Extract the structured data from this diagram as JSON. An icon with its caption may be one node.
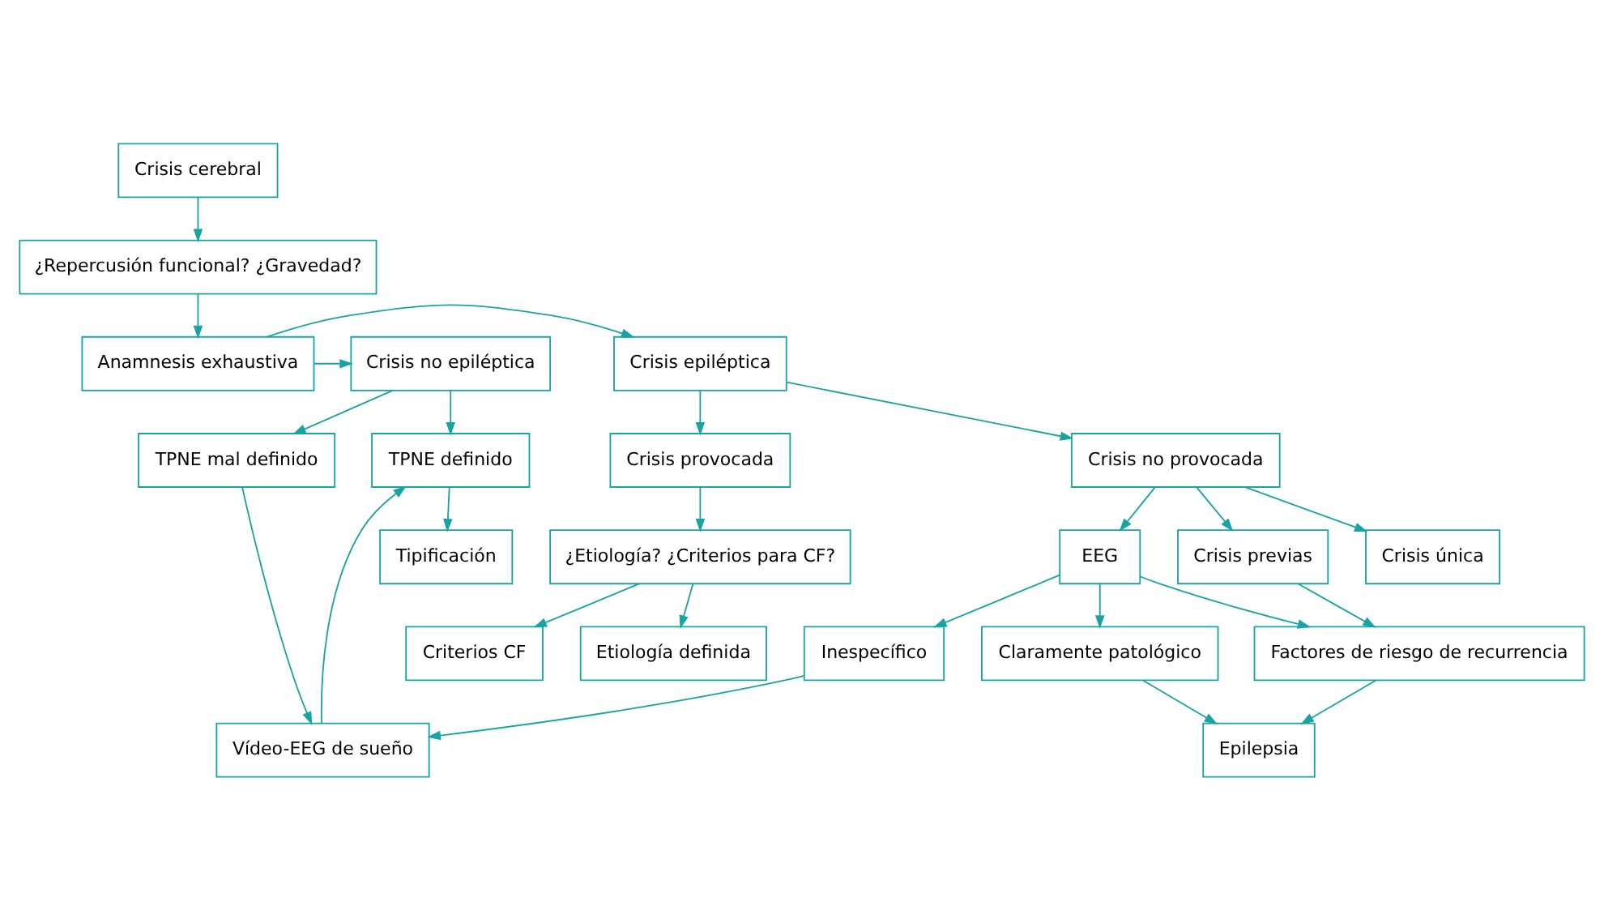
{
  "diagram": {
    "nodes": [
      {
        "text": [
          "Crisis cerebral"
        ]
      },
      {
        "text": [
          "¿Repercusión funcional? ¿Gravedad?"
        ]
      },
      {
        "text": [
          "Anamnesis exhaustiva"
        ]
      },
      {
        "text": [
          "Crisis epiléptica"
        ]
      },
      {
        "text": [
          "Crisis no epiléptica"
        ]
      },
      {
        "text": [
          "Crisis provocada"
        ]
      },
      {
        "text": [
          "Crisis no provocada"
        ]
      },
      {
        "text": [
          "Crisis única"
        ]
      },
      {
        "text": [
          "Crisis previas"
        ]
      },
      {
        "text": [
          "TPNE mal definido"
        ]
      },
      {
        "text": [
          "TPNE definido"
        ]
      },
      {
        "text": [
          "¿Etiología? ¿Criterios para CF?"
        ]
      },
      {
        "text": [
          "EEG"
        ]
      },
      {
        "text": [
          "Factores de riesgo de recurrencia"
        ]
      },
      {
        "text": [
          "Tipificación"
        ]
      },
      {
        "text": [
          "Epilepsia"
        ]
      },
      {
        "text": [
          "Etiología definida"
        ]
      },
      {
        "text": [
          "Criterios CF"
        ]
      },
      {
        "text": [
          "Claramente patológico"
        ]
      },
      {
        "text": [
          "Inespecífico"
        ]
      },
      {
        "text": [
          "Vídeo-EEG de sueño"
        ]
      }
    ],
    "edges": [
      {
        "from": 0,
        "to": 1,
        "arrow": "to"
      },
      {
        "from": 1,
        "to": 2,
        "arrow": "to"
      },
      {
        "from": 2,
        "to": 3,
        "arrow": "to"
      },
      {
        "from": 2,
        "to": 4,
        "arrow": "to"
      },
      {
        "from": 3,
        "to": 5,
        "arrow": "to"
      },
      {
        "from": 3,
        "to": 6,
        "arrow": "to"
      },
      {
        "from": 4,
        "to": 9,
        "arrow": "to"
      },
      {
        "from": 4,
        "to": 10,
        "arrow": "to"
      },
      {
        "from": 5,
        "to": 11,
        "arrow": "to"
      },
      {
        "from": 6,
        "to": 7,
        "arrow": "to"
      },
      {
        "from": 6,
        "to": 8,
        "arrow": "to"
      },
      {
        "from": 6,
        "to": 12,
        "arrow": "to"
      },
      {
        "from": 8,
        "to": 13,
        "arrow": "to"
      },
      {
        "from": 9,
        "to": 20,
        "arrow": "to"
      },
      {
        "from": 20,
        "to": 10,
        "arrow": "to"
      },
      {
        "from": 10,
        "to": 14,
        "arrow": "to"
      },
      {
        "from": 11,
        "to": 16,
        "arrow": "to"
      },
      {
        "from": 11,
        "to": 17,
        "arrow": "to"
      },
      {
        "from": 12,
        "to": 13,
        "arrow": "to"
      },
      {
        "from": 12,
        "to": 18,
        "arrow": "to"
      },
      {
        "from": 12,
        "to": 19,
        "arrow": "to"
      },
      {
        "from": 13,
        "to": 15,
        "arrow": "to"
      },
      {
        "from": 18,
        "to": 15,
        "arrow": "to"
      },
      {
        "from": 19,
        "to": 20,
        "arrow": "to"
      }
    ]
  }
}
